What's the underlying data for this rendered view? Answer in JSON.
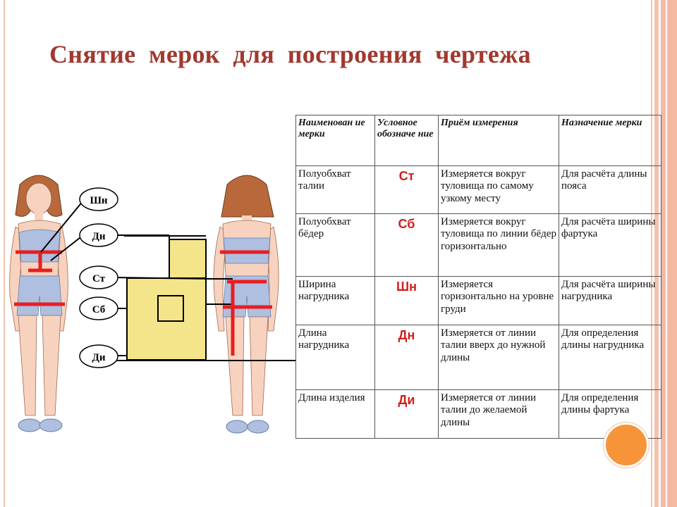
{
  "slide": {
    "title": "Снятие  мерок  для  построения  чертежа",
    "accent_color": "#a0392e",
    "marker_color": "#e81e1e"
  },
  "figure": {
    "labels": [
      "Шн",
      "Дн",
      "Ст",
      "Сб",
      "Ди"
    ]
  },
  "table": {
    "headers": [
      "Наименован ие мерки",
      "Условное обозначе ние",
      "Приём измерения",
      "Назначение мерки"
    ],
    "rows": [
      {
        "name": "Полуобхват талии",
        "symbol": "Ст",
        "method": "Измеряется вокруг туловища по самому узкому месту",
        "purpose": "Для расчёта длины пояса"
      },
      {
        "name": "Полуобхват бёдер",
        "symbol": "Сб",
        "method": "Измеряется вокруг туловища по линии бёдер горизонтально",
        "purpose": "Для расчёта ширины фартука"
      },
      {
        "name": "Ширина нагрудника",
        "symbol": "Шн",
        "method": "Измеряется горизонтально на уровне груди",
        "purpose": "Для расчёта ширины нагрудника"
      },
      {
        "name": "Длина нагрудника",
        "symbol": "Дн",
        "method": "Измеряется от линии талии вверх до нужной длины",
        "purpose": "Для определения длины нагрудника"
      },
      {
        "name": "Длина изделия",
        "symbol": "Ди",
        "method": "Измеряется от линии талии до желаемой длины",
        "purpose": "Для определения длины фартука"
      }
    ]
  }
}
